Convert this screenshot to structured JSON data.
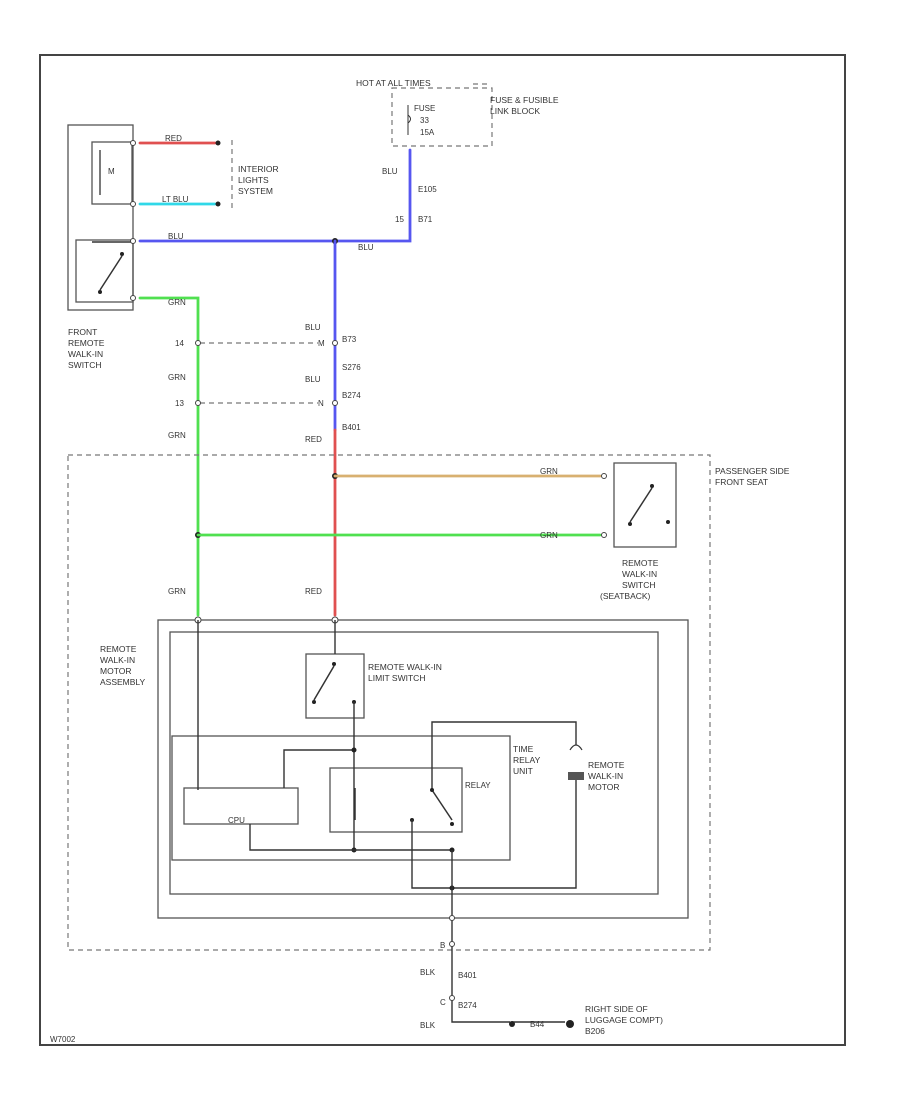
{
  "colors": {
    "red": "#e05050",
    "blue": "#5656f0",
    "green": "#50e050",
    "cyan": "#30d8e8",
    "tan": "#d8b070",
    "black": "#333333"
  },
  "labels": {
    "hot_at_all_times": "HOT AT ALL TIMES",
    "fuse_line1": "FUSE",
    "fuse_line2": "33",
    "fuse_line3": "15A",
    "fuse_block_line1": "FUSE & FUSIBLE",
    "fuse_block_line2": "LINK BLOCK",
    "blu_top": "BLU",
    "conn_e105": "E105",
    "pin_15": "15",
    "conn_b71": "B71",
    "int_line1": "INTERIOR",
    "int_line2": "LIGHTS",
    "int_line3": "SYSTEM",
    "wire_red": "RED",
    "wire_ltblu": "LT BLU",
    "wire_blu_left": "BLU",
    "wire_blu_right": "BLU",
    "wire_grn_top": "GRN",
    "front_line1": "FRONT",
    "front_line2": "REMOTE",
    "front_line3": "WALK-IN",
    "front_line4": "SWITCH",
    "pin_14": "14",
    "pin_m": "M",
    "conn_b73": "B73",
    "wire_blu_mid1": "BLU",
    "conn_s276": "S276",
    "wire_grn_mid1": "GRN",
    "wire_blu_mid2": "BLU",
    "pin_13": "13",
    "pin_n": "N",
    "conn_b274": "B274",
    "wire_grn_mid2": "GRN",
    "wire_red_mid": "RED",
    "conn_b401": "B401",
    "psf_line1": "PASSENGER SIDE",
    "psf_line2": "FRONT SEAT",
    "wire_grn_tan": "GRN",
    "wire_grn_low": "GRN",
    "rws_line1": "REMOTE",
    "rws_line2": "WALK-IN",
    "rws_line3": "SWITCH",
    "rws_line4": "(SEATBACK)",
    "wire_grn_bottom": "GRN",
    "wire_red_bottom": "RED",
    "motor_asm_line1": "REMOTE",
    "motor_asm_line2": "WALK-IN",
    "motor_asm_line3": "MOTOR",
    "motor_asm_line4": "ASSEMBLY",
    "limit_line1": "REMOTE WALK-IN",
    "limit_line2": "LIMIT SWITCH",
    "timer_line1": "TIME",
    "timer_line2": "RELAY",
    "timer_line3": "UNIT",
    "relay": "RELAY",
    "cpu": "CPU",
    "motor_line1": "REMOTE",
    "motor_line2": "WALK-IN",
    "motor_line3": "MOTOR",
    "pin_b_bottom": "B",
    "wire_blk_1": "BLK",
    "conn_b401_bottom": "B401",
    "pin_c": "C",
    "conn_b274_bottom": "B274",
    "wire_blk_2": "BLK",
    "conn_b44": "B44",
    "ground_line1": "RIGHT SIDE OF",
    "ground_line2": "LUGGAGE COMPT)",
    "ground_line3": "B206",
    "diagram_id": "W7002"
  }
}
